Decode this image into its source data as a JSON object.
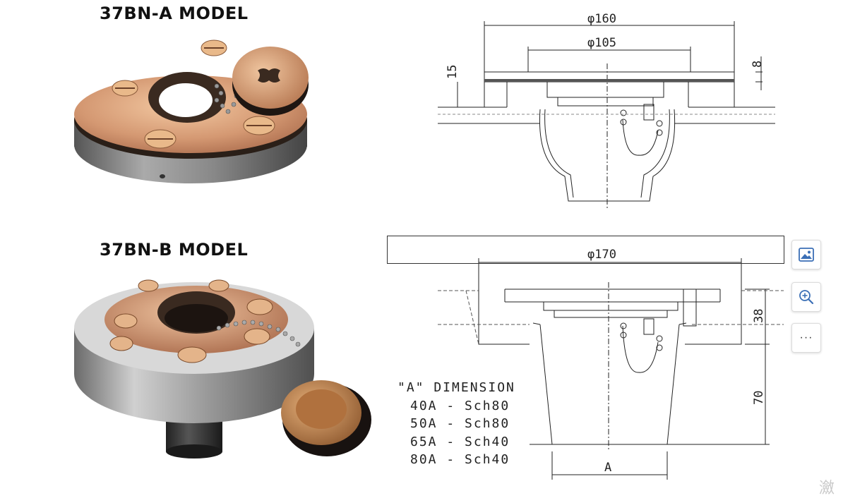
{
  "models": {
    "a": {
      "title": "37BN-A MODEL"
    },
    "b": {
      "title": "37BN-B MODEL"
    }
  },
  "drawing_a": {
    "dia_outer": "φ160",
    "dia_inner": "φ105",
    "dim_left": "15",
    "dim_right": "8"
  },
  "drawing_b": {
    "dia": "φ170",
    "dim_top": "38",
    "dim_height": "70",
    "dim_bottom": "A"
  },
  "a_dimension": {
    "heading": "\"A\" DIMENSION",
    "rows": [
      "40A - Sch80",
      "50A - Sch80",
      "65A - Sch40",
      "80A - Sch40"
    ]
  },
  "toolbar": {
    "image_icon": "image-search-icon",
    "zoom_icon": "zoom-in-icon",
    "more_label": "···"
  },
  "corner_glyph": "瀲"
}
